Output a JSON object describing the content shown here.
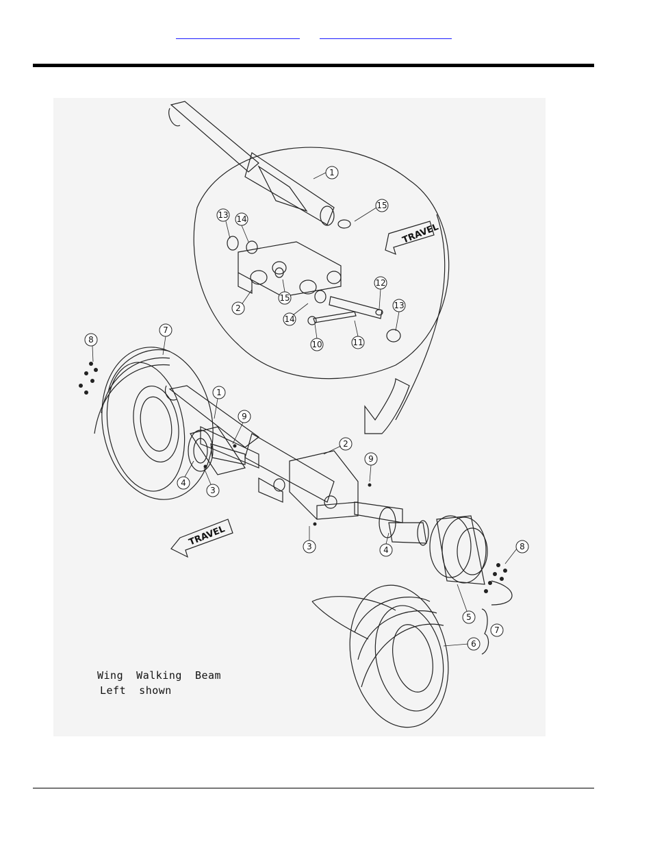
{
  "header": {
    "link_a": "",
    "link_b": ""
  },
  "figure": {
    "caption_line1": "Wing  Walking  Beam",
    "caption_line2": "Left  shown",
    "travel_label": "TRAVEL",
    "callouts": [
      "1",
      "15",
      "13",
      "14",
      "2",
      "15",
      "12",
      "13",
      "14",
      "10",
      "11",
      "7",
      "8",
      "1",
      "9",
      "2",
      "9",
      "4",
      "3",
      "3",
      "4",
      "8",
      "5",
      "6",
      "7"
    ]
  }
}
